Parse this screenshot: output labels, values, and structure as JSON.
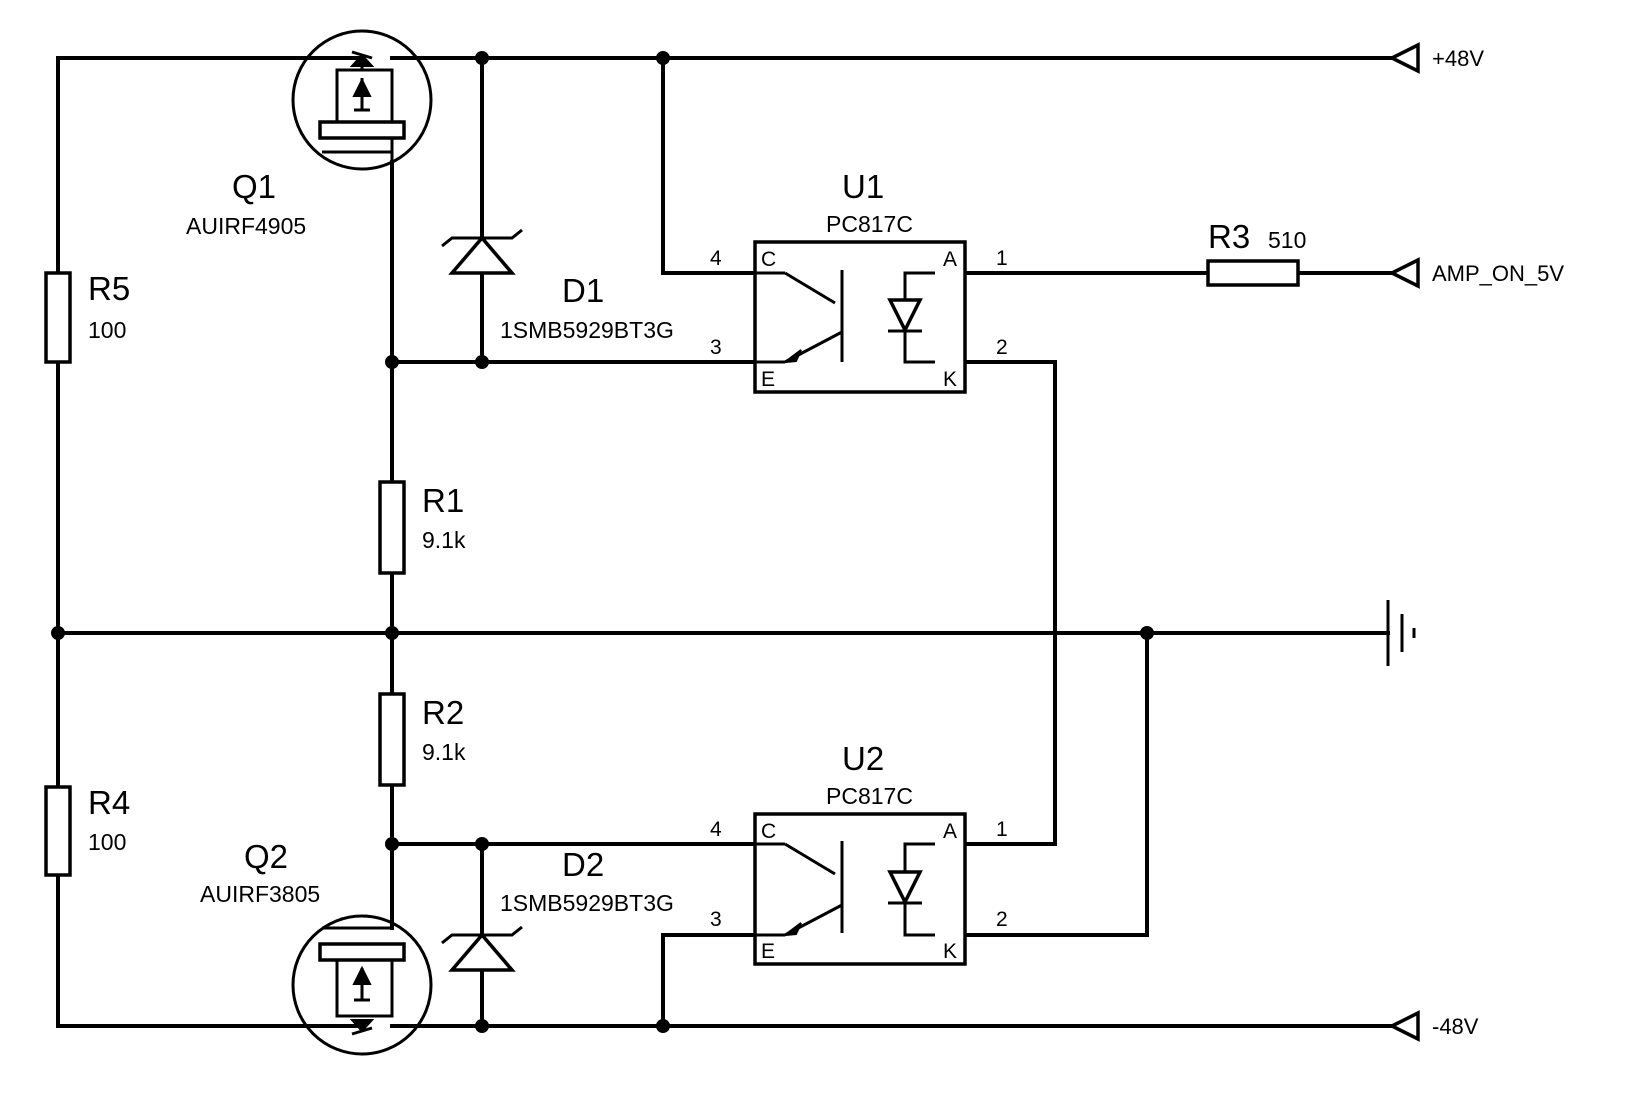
{
  "components": {
    "Q1": {
      "ref": "Q1",
      "value": "AUIRF4905"
    },
    "Q2": {
      "ref": "Q2",
      "value": "AUIRF3805"
    },
    "D1": {
      "ref": "D1",
      "value": "1SMB5929BT3G"
    },
    "D2": {
      "ref": "D2",
      "value": "1SMB5929BT3G"
    },
    "U1": {
      "ref": "U1",
      "value": "PC817C"
    },
    "U2": {
      "ref": "U2",
      "value": "PC817C"
    },
    "R1": {
      "ref": "R1",
      "value": "9.1k"
    },
    "R2": {
      "ref": "R2",
      "value": "9.1k"
    },
    "R3": {
      "ref": "R3",
      "value": "510"
    },
    "R4": {
      "ref": "R4",
      "value": "100"
    },
    "R5": {
      "ref": "R5",
      "value": "100"
    }
  },
  "optocoupler_pins": {
    "collector": "C",
    "emitter": "E",
    "anode": "A",
    "cathode": "K",
    "num_collector": "4",
    "num_emitter": "3",
    "num_anode": "1",
    "num_cathode": "2"
  },
  "nets": {
    "pos48": "+48V",
    "neg48": "-48V",
    "amp_on": "AMP_ON_5V",
    "ground_symbol": "ground-icon"
  }
}
